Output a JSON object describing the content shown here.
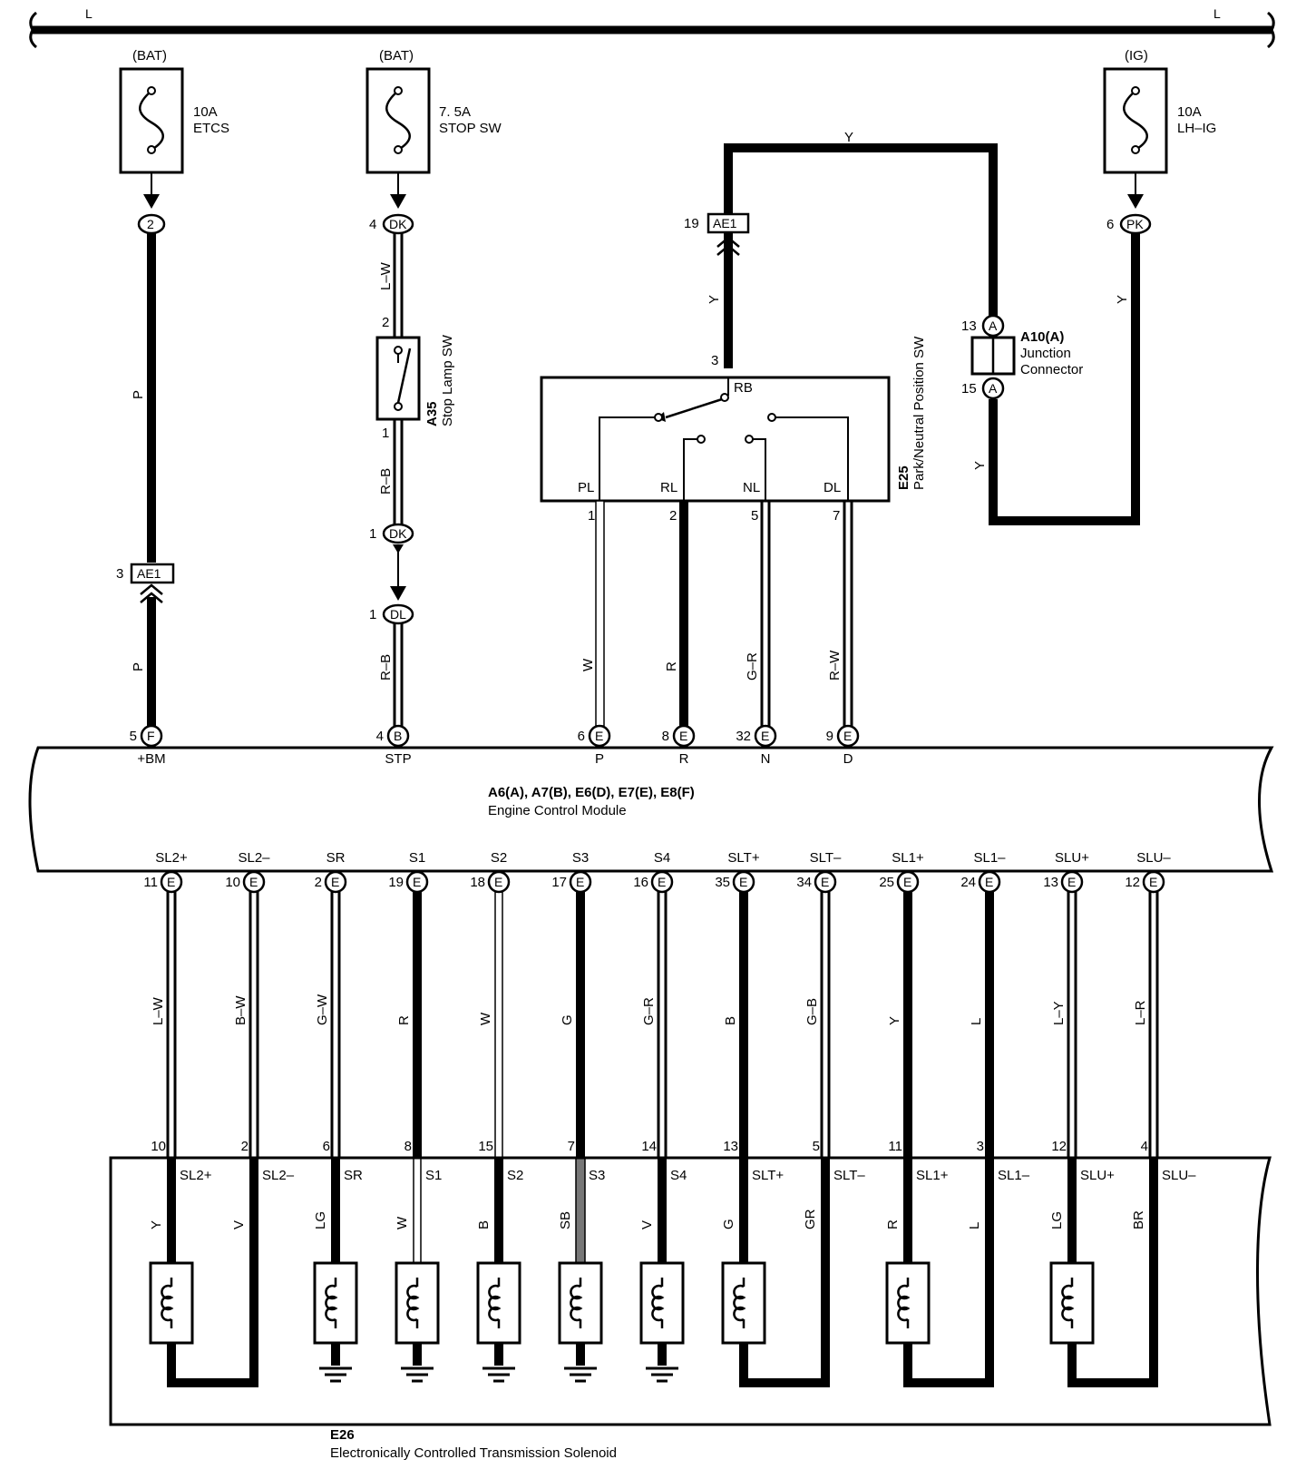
{
  "bus": {
    "left_label": "L",
    "right_label": "L"
  },
  "fuses": [
    {
      "source": "(BAT)",
      "rating": "10A",
      "name": "ETCS"
    },
    {
      "source": "(BAT)",
      "rating": "7. 5A",
      "name": "STOP SW"
    },
    {
      "source": "(IG)",
      "rating": "10A",
      "name": "LH–IG"
    }
  ],
  "top_connectors": {
    "etcs_pin": "2",
    "stop_pin": "4",
    "stop_conn": "DK",
    "lhig_pin": "6",
    "lhig_conn": "PK",
    "ae1_top_pin": "19",
    "ae1_top": "AE1",
    "ae1_left_pin": "3",
    "ae1_left": "AE1",
    "dk_bottom_pin": "1",
    "dk_bottom": "DK",
    "dl_pin": "1",
    "dl": "DL"
  },
  "wire_colors": {
    "etcs_upper": "P",
    "etcs_lower": "P",
    "stop_lw": "L–W",
    "stop_rb_upper": "R–B",
    "stop_rb_lower": "R–B",
    "y_top": "Y",
    "y_left": "Y",
    "y_right": "Y",
    "y_lower": "Y",
    "pl": "W",
    "rl": "R",
    "nl": "G–R",
    "dl": "R–W"
  },
  "stop_switch": {
    "pin_top": "2",
    "pin_bottom": "1",
    "id": "A35",
    "name": "Stop Lamp SW"
  },
  "pn_switch": {
    "id": "E25",
    "name": "Park/Neutral Position SW",
    "rb": "RB",
    "rb_pin": "3",
    "terminals": [
      {
        "label": "PL",
        "pin": "1"
      },
      {
        "label": "RL",
        "pin": "2"
      },
      {
        "label": "NL",
        "pin": "5"
      },
      {
        "label": "DL",
        "pin": "7"
      }
    ]
  },
  "junction": {
    "id": "A10(A)",
    "name1": "Junction",
    "name2": "Connector",
    "pin_top": "13",
    "pin_bottom": "15",
    "letter": "A"
  },
  "ecm": {
    "title": "A6(A), A7(B), E6(D), E7(E), E8(F)",
    "name": "Engine Control Module",
    "top_pins": [
      {
        "pin": "5",
        "conn": "F",
        "label": "+BM"
      },
      {
        "pin": "4",
        "conn": "B",
        "label": "STP"
      },
      {
        "pin": "6",
        "conn": "E",
        "label": "P"
      },
      {
        "pin": "8",
        "conn": "E",
        "label": "R"
      },
      {
        "pin": "32",
        "conn": "E",
        "label": "N"
      },
      {
        "pin": "9",
        "conn": "E",
        "label": "D"
      }
    ]
  },
  "solenoid_wires": [
    {
      "label": "SL2+",
      "ecm_pin": "11",
      "conn": "E",
      "wire": "L–W",
      "sol_pin": "10",
      "sol_label": "SL2+",
      "inner": "Y"
    },
    {
      "label": "SL2–",
      "ecm_pin": "10",
      "conn": "E",
      "wire": "B–W",
      "sol_pin": "2",
      "sol_label": "SL2–",
      "inner": "V"
    },
    {
      "label": "SR",
      "ecm_pin": "2",
      "conn": "E",
      "wire": "G–W",
      "sol_pin": "6",
      "sol_label": "SR",
      "inner": "LG"
    },
    {
      "label": "S1",
      "ecm_pin": "19",
      "conn": "E",
      "wire": "R",
      "sol_pin": "8",
      "sol_label": "S1",
      "inner": "W"
    },
    {
      "label": "S2",
      "ecm_pin": "18",
      "conn": "E",
      "wire": "W",
      "sol_pin": "15",
      "sol_label": "S2",
      "inner": "B"
    },
    {
      "label": "S3",
      "ecm_pin": "17",
      "conn": "E",
      "wire": "G",
      "sol_pin": "7",
      "sol_label": "S3",
      "inner": "SB"
    },
    {
      "label": "S4",
      "ecm_pin": "16",
      "conn": "E",
      "wire": "G–R",
      "sol_pin": "14",
      "sol_label": "S4",
      "inner": "V"
    },
    {
      "label": "SLT+",
      "ecm_pin": "35",
      "conn": "E",
      "wire": "B",
      "sol_pin": "13",
      "sol_label": "SLT+",
      "inner": "G"
    },
    {
      "label": "SLT–",
      "ecm_pin": "34",
      "conn": "E",
      "wire": "G–B",
      "sol_pin": "5",
      "sol_label": "SLT–",
      "inner": "GR"
    },
    {
      "label": "SL1+",
      "ecm_pin": "25",
      "conn": "E",
      "wire": "Y",
      "sol_pin": "11",
      "sol_label": "SL1+",
      "inner": "R"
    },
    {
      "label": "SL1–",
      "ecm_pin": "24",
      "conn": "E",
      "wire": "L",
      "sol_pin": "3",
      "sol_label": "SL1–",
      "inner": "L"
    },
    {
      "label": "SLU+",
      "ecm_pin": "13",
      "conn": "E",
      "wire": "L–Y",
      "sol_pin": "12",
      "sol_label": "SLU+",
      "inner": "LG"
    },
    {
      "label": "SLU–",
      "ecm_pin": "12",
      "conn": "E",
      "wire": "L–R",
      "sol_pin": "4",
      "sol_label": "SLU–",
      "inner": "BR"
    }
  ],
  "solenoid_block": {
    "id": "E26",
    "name": "Electronically Controlled Transmission Solenoid"
  }
}
